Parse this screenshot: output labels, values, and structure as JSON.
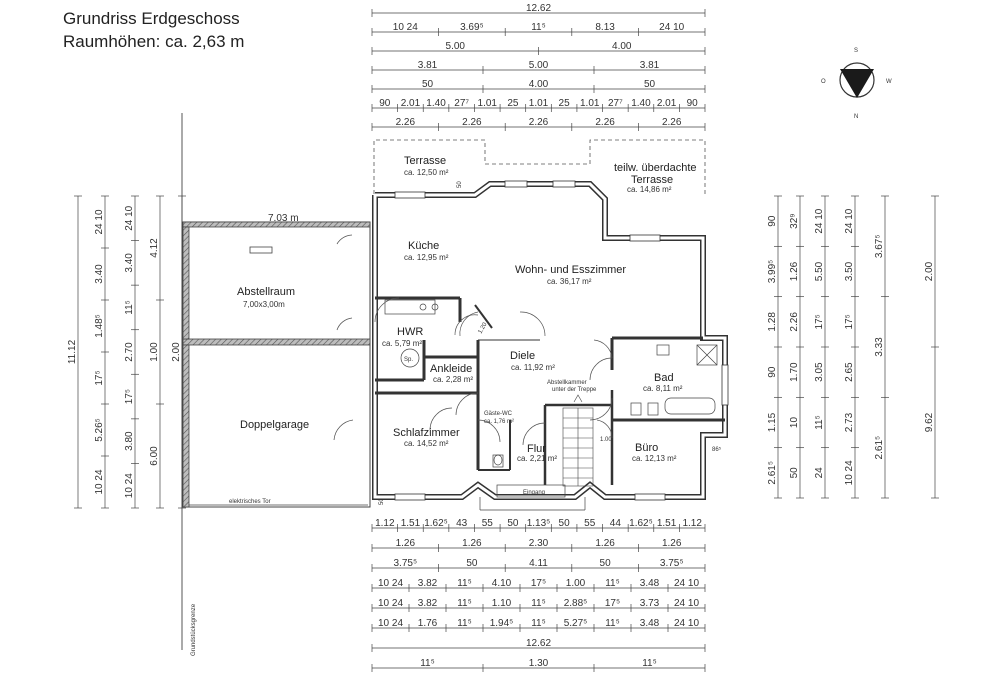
{
  "title": "Grundriss Erdgeschoss",
  "subtitle": "Raumhöhen: ca. 2,63 m",
  "compass": {
    "n": "N",
    "s": "S",
    "o": "O",
    "w": "W"
  },
  "rooms": {
    "terrasse": {
      "name": "Terrasse",
      "area": "ca. 12,50 m²"
    },
    "terrasse2": {
      "name1": "teilw. überdachte",
      "name2": "Terrasse",
      "area": "ca. 14,86 m²"
    },
    "kueche": {
      "name": "Küche",
      "area": "ca. 12,95 m²"
    },
    "wohnen": {
      "name": "Wohn- und Esszimmer",
      "area": "ca. 36,17 m²"
    },
    "abstell": {
      "name": "Abstellraum",
      "area": "7,00x3,00m"
    },
    "hwr": {
      "name": "HWR",
      "area": "ca. 5,79 m²"
    },
    "ankleide": {
      "name": "Ankleide",
      "area": "ca. 2,28 m²"
    },
    "diele": {
      "name": "Diele",
      "area": "ca. 11,92 m²"
    },
    "bad": {
      "name": "Bad",
      "area": "ca. 8,11 m²"
    },
    "garage": {
      "name": "Doppelgarage"
    },
    "schlaf": {
      "name": "Schlafzimmer",
      "area": "ca. 14,52 m²"
    },
    "gaeste": {
      "name": "Gäste-WC",
      "area": "ca. 1,76 m²"
    },
    "flur": {
      "name": "Flur",
      "area": "ca. 2,21 m²"
    },
    "buero": {
      "name": "Büro",
      "area": "ca. 12,13 m²"
    }
  },
  "labels": {
    "eingang": "Eingang",
    "abstellkammer1": "Abstellkammer",
    "abstellkammer2": "unter der Treppe",
    "tor": "elektrisches Tor",
    "grenze": "Grundstücksgrenze",
    "sp": "Sp.",
    "garage_width": "7.03 m",
    "d50": "50",
    "d100": "1.00",
    "d865": "86⁵",
    "d120": "1.20",
    "d50b": "50"
  },
  "top_dims": [
    {
      "row": 1,
      "items": [
        "12.62"
      ]
    },
    {
      "row": 2,
      "items": [
        "10 24",
        "3.69⁵",
        "11⁵",
        "8.13",
        "24 10"
      ]
    },
    {
      "row": 3,
      "items": [
        "5.00",
        "4.00"
      ]
    },
    {
      "row": 4,
      "items": [
        "3.81",
        "5.00",
        "3.81"
      ]
    },
    {
      "row": 5,
      "items": [
        "50",
        "4.00",
        "50"
      ]
    },
    {
      "row": 6,
      "items": [
        "90",
        "2.01",
        "1.40",
        "27⁷",
        "1.01",
        "25",
        "1.01",
        "25",
        "1.01",
        "27⁷",
        "1.40",
        "2.01",
        "90"
      ]
    },
    {
      "row": 7,
      "items": [
        "2.26",
        "2.26",
        "2.26",
        "2.26",
        "2.26"
      ]
    }
  ],
  "bottom_dims": [
    {
      "row": 1,
      "items": [
        "1.12",
        "1.51",
        "1.62⁵",
        "43",
        "55",
        "50",
        "1.13⁵",
        "50",
        "55",
        "44",
        "1.62⁵",
        "1.51",
        "1.12"
      ]
    },
    {
      "row": 2,
      "items": [
        "1.26",
        "1.26",
        "2.30",
        "1.26",
        "1.26"
      ]
    },
    {
      "row": 3,
      "items": [
        "3.75⁵",
        "50",
        "4.11",
        "50",
        "3.75⁵"
      ]
    },
    {
      "row": 4,
      "items": [
        "10 24",
        "3.82",
        "11⁵",
        "4.10",
        "17⁵",
        "1.00",
        "11⁵",
        "3.48",
        "24 10"
      ]
    },
    {
      "row": 5,
      "items": [
        "10 24",
        "3.82",
        "11⁵",
        "1.10",
        "11⁵",
        "2.88⁵",
        "17⁵",
        "3.73",
        "24 10"
      ]
    },
    {
      "row": 6,
      "items": [
        "10 24",
        "1.76",
        "11⁵",
        "1.94⁵",
        "11⁵",
        "5.27⁵",
        "11⁵",
        "3.48",
        "24 10"
      ]
    },
    {
      "row": 7,
      "items": [
        "12.62"
      ]
    },
    {
      "row": 8,
      "items": [
        "11⁵",
        "1.30",
        "11⁵"
      ]
    }
  ],
  "left_dims": [
    {
      "col": 1,
      "items": [
        "11.12"
      ]
    },
    {
      "col": 2,
      "items": [
        "24 10",
        "3.40",
        "1.48⁵",
        "17⁵",
        "5.26⁵",
        "10 24"
      ]
    },
    {
      "col": 3,
      "items": [
        "24 10",
        "3.40",
        "11⁵",
        "2.70",
        "17⁵",
        "3.80",
        "10 24"
      ]
    },
    {
      "col": 4,
      "items": [
        "4.12",
        "1.00",
        "6.00"
      ]
    },
    {
      "col": 5,
      "items": [
        "2.00"
      ]
    }
  ],
  "right_dims": [
    {
      "col": 1,
      "items": [
        "90",
        "3.99⁵",
        "1.28",
        "90",
        "1.15",
        "2.61⁵"
      ]
    },
    {
      "col": 2,
      "items": [
        "32⁹",
        "1.26",
        "2.26",
        "1.70",
        "10",
        "50"
      ]
    },
    {
      "col": 3,
      "items": [
        "24 10",
        "5.50",
        "17⁵",
        "3.05",
        "11⁵",
        "24"
      ]
    },
    {
      "col": 4,
      "items": [
        "24 10",
        "3.50",
        "17⁵",
        "2.65",
        "2.73",
        "10 24"
      ]
    },
    {
      "col": 5,
      "items": [
        "3.67⁵",
        "3.33",
        "2.61⁵"
      ]
    },
    {
      "col": 6,
      "items": [
        "2.00",
        "9.62"
      ]
    }
  ],
  "colors": {
    "wall": "#8a8a8a",
    "wallOutline": "#333333",
    "line": "#444444",
    "paper": "#ffffff"
  }
}
